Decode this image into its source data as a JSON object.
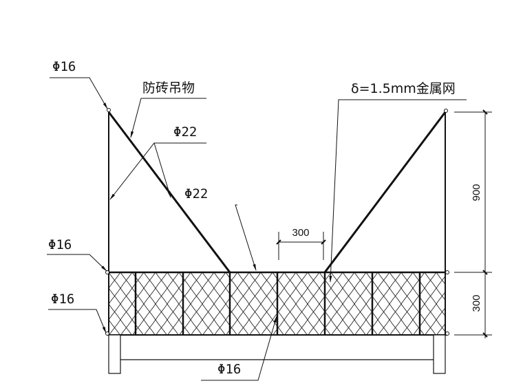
{
  "labels": {
    "rod_top_left": "Φ16",
    "anti_brick": "防砖吊物",
    "brace_1": "Φ22",
    "brace_2": "Φ22",
    "mesh": "δ=1.5mm金属网",
    "rod_mid_left": "Φ16",
    "rod_bottom_left": "Φ16",
    "rod_bottom": "Φ16"
  },
  "dimensions": {
    "spacing": "300",
    "height_upper": "900",
    "height_mesh": "300"
  },
  "colors": {
    "line": "#111111",
    "background": "#ffffff"
  }
}
